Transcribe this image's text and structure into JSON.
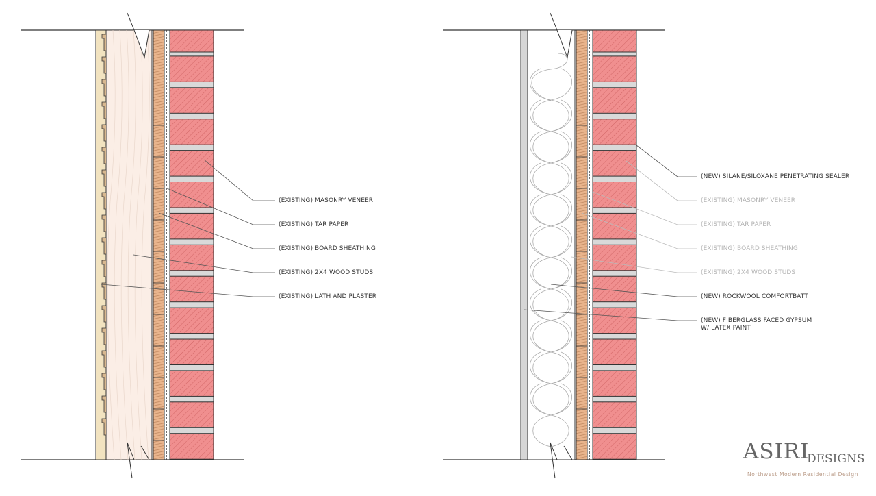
{
  "left_detail": {
    "labels": [
      {
        "text": "(EXISTING) MASONRY VENEER",
        "state": "existing"
      },
      {
        "text": "(EXISTING) TAR PAPER",
        "state": "existing"
      },
      {
        "text": "(EXISTING) BOARD SHEATHING",
        "state": "existing"
      },
      {
        "text": "(EXISTING) 2X4 WOOD STUDS",
        "state": "existing"
      },
      {
        "text": "(EXISTING) LATH AND PLASTER",
        "state": "existing"
      }
    ]
  },
  "right_detail": {
    "labels": [
      {
        "text": "(NEW) SILANE/SILOXANE PENETRATING SEALER",
        "state": "new"
      },
      {
        "text": "(EXISTING) MASONRY VENEER",
        "state": "existing"
      },
      {
        "text": "(EXISTING) TAR PAPER",
        "state": "existing"
      },
      {
        "text": "(EXISTING) BOARD SHEATHING",
        "state": "existing"
      },
      {
        "text": "(EXISTING) 2X4 WOOD STUDS",
        "state": "existing"
      },
      {
        "text": "(NEW) ROCKWOOL COMFORTBATT",
        "state": "new"
      },
      {
        "text": "(NEW) FIBERGLASS FACED GYPSUM",
        "text2": "W/ LATEX PAINT",
        "state": "new"
      }
    ]
  },
  "logo": {
    "name": "ASIRI",
    "suffix": "DESIGNS",
    "tagline": "Northwest Modern Residential Design"
  },
  "colors": {
    "brick": "#f08f8f",
    "mortar": "#d9d9d9",
    "sheathing": "#e9b48c",
    "studs": "#fbeee6",
    "plaster": "#f2e3c0",
    "gypsum": "#d6d6d6",
    "line": "#333333"
  }
}
